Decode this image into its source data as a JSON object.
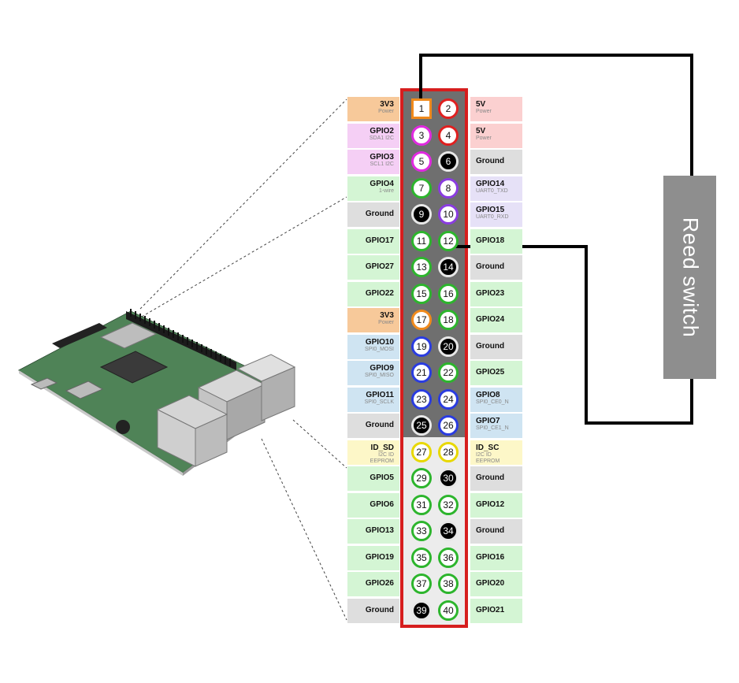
{
  "colors": {
    "power": "#f7c99a",
    "power_5v": "#fbd0d0",
    "i2c": "#f5cff5",
    "gpio": "#d4f5d4",
    "ground": "#dedede",
    "uart": "#e6e1f7",
    "spi": "#cfe4f2",
    "eeprom": "#fdf7c8",
    "header_frame": "#d61e1e",
    "header_bg": "#6f6f6f",
    "wire": "#000000",
    "reed_switch": "#8e8e8e"
  },
  "icons": [
    "raspberry-pi-board-illustration"
  ],
  "reed_switch_label": "Reed switch",
  "pins": [
    {
      "n": 1,
      "ring": "orange",
      "shape": "square",
      "fill": "white",
      "label": "3V3",
      "sub": "Power",
      "bg": "power"
    },
    {
      "n": 2,
      "ring": "red",
      "fill": "white",
      "label": "5V",
      "sub": "Power",
      "bg": "power_5v"
    },
    {
      "n": 3,
      "ring": "magenta",
      "fill": "white",
      "label": "GPIO2",
      "sub": "SDA1 I2C",
      "bg": "i2c"
    },
    {
      "n": 4,
      "ring": "red",
      "fill": "white",
      "label": "5V",
      "sub": "Power",
      "bg": "power_5v"
    },
    {
      "n": 5,
      "ring": "magenta",
      "fill": "white",
      "label": "GPIO3",
      "sub": "SCL1 I2C",
      "bg": "i2c"
    },
    {
      "n": 6,
      "ring": "ground",
      "fill": "black",
      "label": "Ground",
      "sub": "",
      "bg": "ground"
    },
    {
      "n": 7,
      "ring": "green",
      "fill": "white",
      "label": "GPIO4",
      "sub": "1-wire",
      "bg": "gpio"
    },
    {
      "n": 8,
      "ring": "purple",
      "fill": "white",
      "label": "GPIO14",
      "sub": "UART0_TXD",
      "bg": "uart"
    },
    {
      "n": 9,
      "ring": "ground",
      "fill": "black",
      "label": "Ground",
      "sub": "",
      "bg": "ground"
    },
    {
      "n": 10,
      "ring": "purple",
      "fill": "white",
      "label": "GPIO15",
      "sub": "UART0_RXD",
      "bg": "uart"
    },
    {
      "n": 11,
      "ring": "green",
      "fill": "white",
      "label": "GPIO17",
      "sub": "",
      "bg": "gpio"
    },
    {
      "n": 12,
      "ring": "green",
      "fill": "white",
      "label": "GPIO18",
      "sub": "",
      "bg": "gpio"
    },
    {
      "n": 13,
      "ring": "green",
      "fill": "white",
      "label": "GPIO27",
      "sub": "",
      "bg": "gpio"
    },
    {
      "n": 14,
      "ring": "ground",
      "fill": "black",
      "label": "Ground",
      "sub": "",
      "bg": "ground"
    },
    {
      "n": 15,
      "ring": "green",
      "fill": "white",
      "label": "GPIO22",
      "sub": "",
      "bg": "gpio"
    },
    {
      "n": 16,
      "ring": "green",
      "fill": "white",
      "label": "GPIO23",
      "sub": "",
      "bg": "gpio"
    },
    {
      "n": 17,
      "ring": "orange",
      "fill": "white",
      "label": "3V3",
      "sub": "Power",
      "bg": "power"
    },
    {
      "n": 18,
      "ring": "green",
      "fill": "white",
      "label": "GPIO24",
      "sub": "",
      "bg": "gpio"
    },
    {
      "n": 19,
      "ring": "blue",
      "fill": "white",
      "label": "GPIO10",
      "sub": "SPI0_MOSI",
      "bg": "spi"
    },
    {
      "n": 20,
      "ring": "ground",
      "fill": "black",
      "label": "Ground",
      "sub": "",
      "bg": "ground"
    },
    {
      "n": 21,
      "ring": "blue",
      "fill": "white",
      "label": "GPIO9",
      "sub": "SPI0_MISO",
      "bg": "spi"
    },
    {
      "n": 22,
      "ring": "green",
      "fill": "white",
      "label": "GPIO25",
      "sub": "",
      "bg": "gpio"
    },
    {
      "n": 23,
      "ring": "blue",
      "fill": "white",
      "label": "GPIO11",
      "sub": "SPI0_SCLK",
      "bg": "spi"
    },
    {
      "n": 24,
      "ring": "blue",
      "fill": "white",
      "label": "GPIO8",
      "sub": "SPI0_CE0_N",
      "bg": "spi"
    },
    {
      "n": 25,
      "ring": "ground",
      "fill": "black",
      "label": "Ground",
      "sub": "",
      "bg": "ground"
    },
    {
      "n": 26,
      "ring": "blue",
      "fill": "white",
      "label": "GPIO7",
      "sub": "SPI0_CE1_N",
      "bg": "spi"
    },
    {
      "n": 27,
      "ring": "yellow",
      "fill": "white",
      "label": "ID_SD",
      "sub": "I2C ID\nEEPROM",
      "bg": "eeprom"
    },
    {
      "n": 28,
      "ring": "yellow",
      "fill": "white",
      "label": "ID_SC",
      "sub": "I2C ID\nEEPROM",
      "bg": "eeprom"
    },
    {
      "n": 29,
      "ring": "green",
      "fill": "white",
      "label": "GPIO5",
      "sub": "",
      "bg": "gpio"
    },
    {
      "n": 30,
      "ring": "ground",
      "fill": "black",
      "label": "Ground",
      "sub": "",
      "bg": "ground"
    },
    {
      "n": 31,
      "ring": "green",
      "fill": "white",
      "label": "GPIO6",
      "sub": "",
      "bg": "gpio"
    },
    {
      "n": 32,
      "ring": "green",
      "fill": "white",
      "label": "GPIO12",
      "sub": "",
      "bg": "gpio"
    },
    {
      "n": 33,
      "ring": "green",
      "fill": "white",
      "label": "GPIO13",
      "sub": "",
      "bg": "gpio"
    },
    {
      "n": 34,
      "ring": "ground",
      "fill": "black",
      "label": "Ground",
      "sub": "",
      "bg": "ground"
    },
    {
      "n": 35,
      "ring": "green",
      "fill": "white",
      "label": "GPIO19",
      "sub": "",
      "bg": "gpio"
    },
    {
      "n": 36,
      "ring": "green",
      "fill": "white",
      "label": "GPIO16",
      "sub": "",
      "bg": "gpio"
    },
    {
      "n": 37,
      "ring": "green",
      "fill": "white",
      "label": "GPIO26",
      "sub": "",
      "bg": "gpio"
    },
    {
      "n": 38,
      "ring": "green",
      "fill": "white",
      "label": "GPIO20",
      "sub": "",
      "bg": "gpio"
    },
    {
      "n": 39,
      "ring": "ground",
      "fill": "black",
      "label": "Ground",
      "sub": "",
      "bg": "ground"
    },
    {
      "n": 40,
      "ring": "green",
      "fill": "white",
      "label": "GPIO21",
      "sub": "",
      "bg": "gpio"
    }
  ]
}
